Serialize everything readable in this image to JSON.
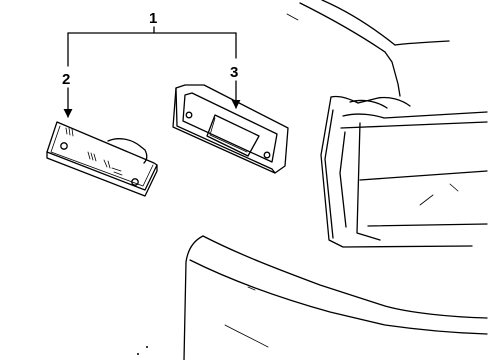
{
  "callouts": {
    "assembly": "1",
    "front_side_marker_lamp": "2",
    "lamp_gasket": "3"
  }
}
